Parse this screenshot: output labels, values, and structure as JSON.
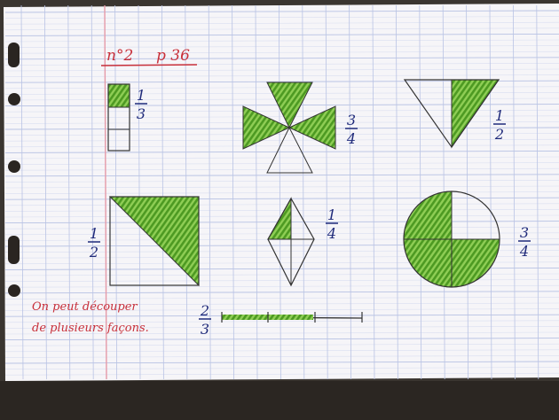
{
  "header": {
    "exercise": "n°2",
    "page": "p 36"
  },
  "fractions": {
    "rect_strip": {
      "numerator": "1",
      "denominator": "3"
    },
    "bowtie": {
      "numerator": "3",
      "denominator": "4"
    },
    "triangle": {
      "numerator": "1",
      "denominator": "2"
    },
    "square": {
      "numerator": "1",
      "denominator": "2"
    },
    "kite": {
      "numerator": "1",
      "denominator": "4"
    },
    "circle": {
      "numerator": "3",
      "denominator": "4"
    },
    "segment": {
      "numerator": "2",
      "denominator": "3"
    }
  },
  "note": {
    "line1": "On peut découper",
    "line2": "de plusieurs façons."
  },
  "colors": {
    "paper": "#f6f5f8",
    "grid_blue": "#b9c3e4",
    "grid_faint": "#d9def0",
    "margin_red": "#e59aa8",
    "ink_blue": "#1f2a7a",
    "ink_red": "#c8303a",
    "hatch_green": "#6fb535",
    "pencil": "#333333",
    "table": "#3a3530"
  }
}
